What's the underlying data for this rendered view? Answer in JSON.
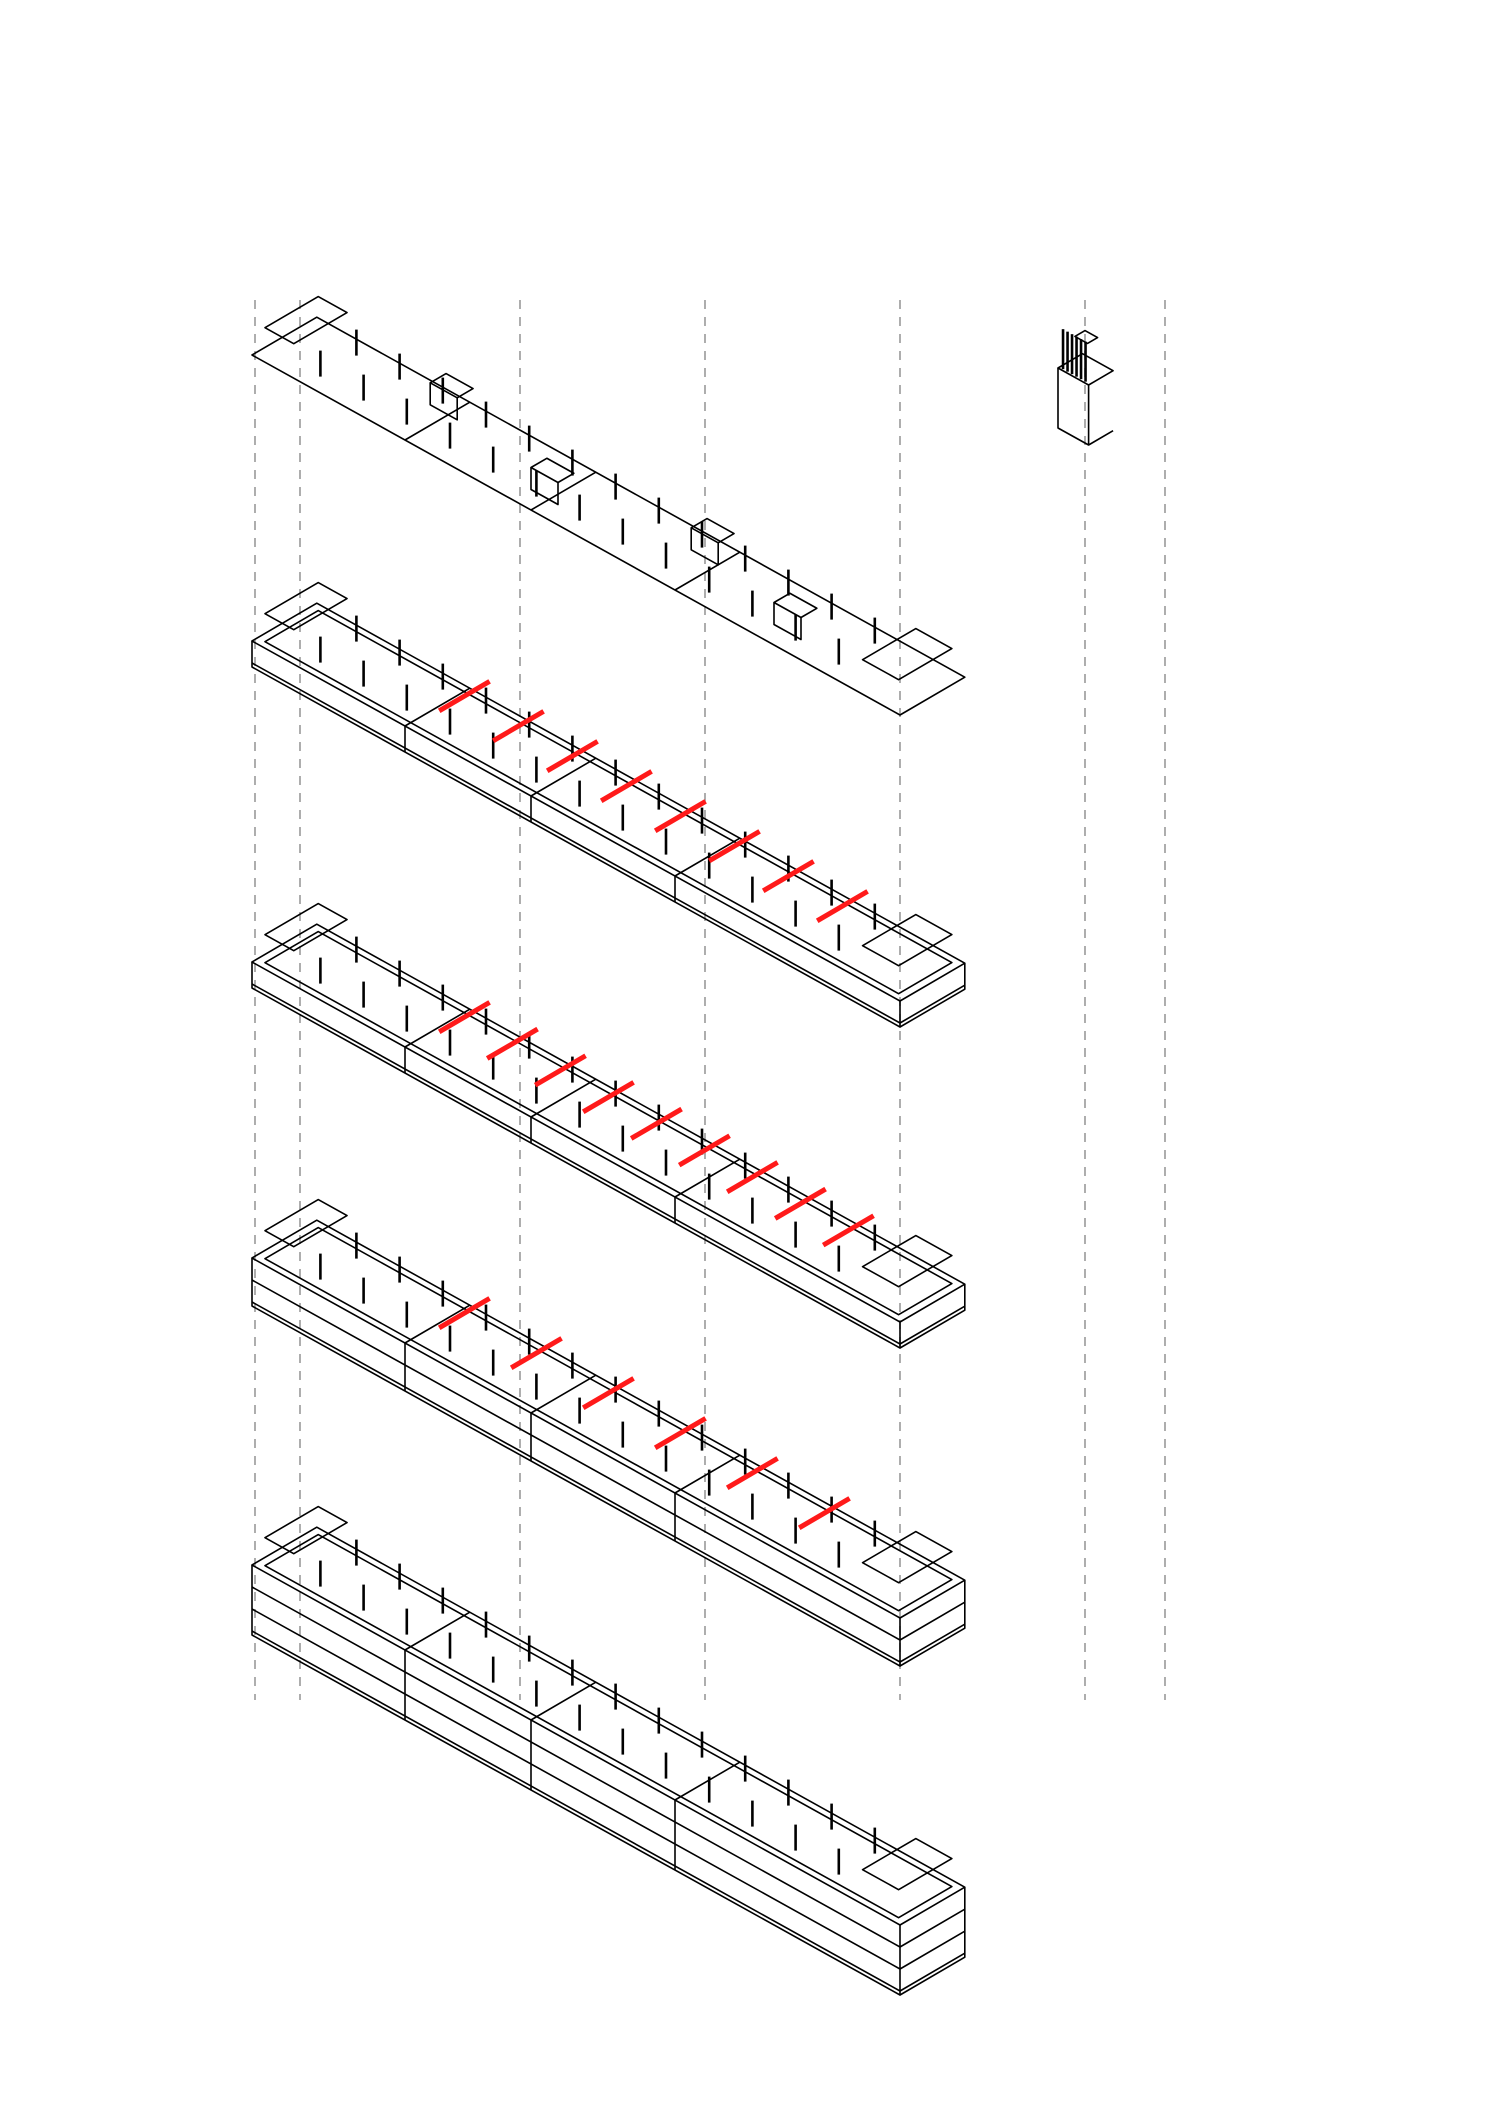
{
  "diagram": {
    "kind": "exploded axonometric",
    "colors": {
      "line": "#000000",
      "highlight": "#ff1a1a",
      "guide": "#999999",
      "paper": "#ffffff"
    },
    "levels": [
      {
        "id": "roof",
        "elements": [
          "columns",
          "skylight-boxes",
          "stair-core"
        ],
        "red_beams": 0
      },
      {
        "id": "level-3",
        "elements": [
          "columns",
          "partition-walls",
          "beams"
        ],
        "red_beams": 8
      },
      {
        "id": "level-2",
        "elements": [
          "columns",
          "partition-walls",
          "beams",
          "terrace"
        ],
        "red_beams": 9
      },
      {
        "id": "level-1",
        "elements": [
          "columns",
          "partition-walls",
          "beams"
        ],
        "red_beams": 6
      },
      {
        "id": "ground",
        "elements": [
          "columns",
          "perimeter-walls"
        ],
        "red_beams": 0
      }
    ],
    "tower": {
      "id": "stair-tower",
      "elements": [
        "core-walls",
        "posts"
      ]
    }
  }
}
